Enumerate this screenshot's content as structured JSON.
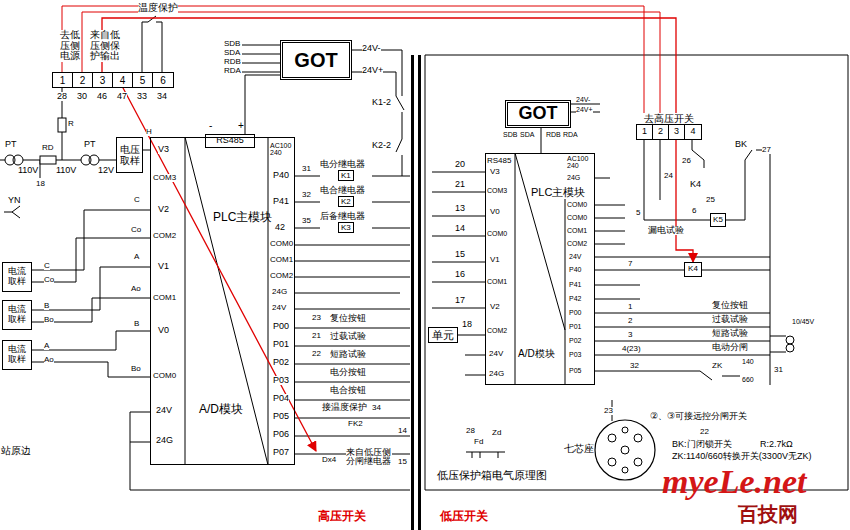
{
  "diagram": {
    "nodes": [
      {
        "text": [
          "1",
          "2",
          "3",
          "4",
          "5",
          "6"
        ]
      },
      {
        "text": [
          "GOT"
        ]
      },
      {
        "text": [
          "RS485"
        ]
      },
      {
        "text": [
          "PLC主模块",
          "A/D模块"
        ]
      },
      {
        "text": [
          "电压取样"
        ]
      },
      {
        "text": [
          "电流取样"
        ]
      },
      {
        "text": [
          "电流取样"
        ]
      },
      {
        "text": [
          "电流取样"
        ]
      },
      {
        "text": [
          "电分继电器",
          "K1"
        ]
      },
      {
        "text": [
          "电合继电器",
          "K2"
        ]
      },
      {
        "text": [
          "后备继电器",
          "K3"
        ]
      },
      {
        "text": [
          "GOT"
        ]
      },
      {
        "text": [
          "去高压开关",
          "1",
          "2",
          "3",
          "4"
        ]
      },
      {
        "text": [
          "PLC主模块",
          "A/D模块"
        ]
      },
      {
        "text": [
          "单元"
        ]
      },
      {
        "text": [
          "K5"
        ]
      },
      {
        "text": [
          "K4"
        ]
      }
    ],
    "edges": [
      {
        "from": 0,
        "to": 12,
        "arrow": "none"
      },
      {
        "from": 12,
        "to": 16,
        "arrow": "to"
      },
      {
        "from": 1,
        "to": 2,
        "arrow": "none"
      },
      {
        "from": 4,
        "to": 3,
        "arrow": "none"
      },
      {
        "from": 5,
        "to": 3,
        "arrow": "none"
      },
      {
        "from": 6,
        "to": 3,
        "arrow": "none"
      },
      {
        "from": 7,
        "to": 3,
        "arrow": "none"
      },
      {
        "from": 8,
        "to": 3,
        "arrow": "none"
      },
      {
        "from": 9,
        "to": 3,
        "arrow": "none"
      },
      {
        "from": 10,
        "to": 3,
        "arrow": "none"
      },
      {
        "from": 11,
        "to": 13,
        "arrow": "none"
      },
      {
        "from": 14,
        "to": 13,
        "arrow": "none"
      }
    ],
    "labels": [
      "去低压侧电源",
      "来自低压侧保护输出",
      "温度保护",
      "28",
      "30",
      "46",
      "47",
      "33",
      "34",
      "SDB",
      "SDA",
      "RDB",
      "RDA",
      "24V-",
      "24V+",
      "K1-2",
      "K2-2",
      "-",
      "+",
      "PT",
      "RD",
      "R",
      "PT",
      "110V",
      "110V",
      "12V",
      "18",
      "H",
      "YN",
      "C",
      "Co",
      "B",
      "Bo",
      "A",
      "Ao",
      "C",
      "Co",
      "A",
      "Ao",
      "B",
      "Bo",
      "V3",
      "COM3",
      "V2",
      "COM2",
      "V1",
      "COM1",
      "V0",
      "COM0",
      "24V",
      "24G",
      "AC100 240",
      "P40",
      "P41",
      "42",
      "COM0",
      "COM1",
      "COM2",
      "24G",
      "24V",
      "P00",
      "P01",
      "P02",
      "P03",
      "P04",
      "P05",
      "P06",
      "P07",
      "31",
      "32",
      "35",
      "23",
      "复位按钮",
      "21",
      "过载试验",
      "22",
      "短路试验",
      "电分按钮",
      "电合按钮",
      "接温度保护",
      "34",
      "FK2",
      "14",
      "Dx4",
      "来自低压侧分闸继电器",
      "15",
      "站原边",
      "高压开关",
      "低压开关",
      "SDB",
      "SDA",
      "RDB",
      "RDA",
      "24V-",
      "24V+",
      "RS485",
      "V3",
      "COM3",
      "V0",
      "COM0",
      "V1",
      "COM1",
      "V2",
      "COM2",
      "24V",
      "24G",
      "AC100 240",
      "24G",
      "COM0",
      "COM0",
      "COM1",
      "COM2",
      "24V",
      "P40",
      "P41",
      "P42",
      "P00",
      "P01",
      "P02",
      "P03",
      "P05",
      "20",
      "21",
      "13",
      "14",
      "15",
      "16",
      "17",
      "18",
      "BK",
      "27",
      "26",
      "24",
      "K4",
      "25",
      "5",
      "6",
      "漏电试验",
      "7",
      "1",
      "2",
      "3",
      "4(23)",
      "32",
      "复位按钮",
      "过载试验",
      "短路试验",
      "电动分闸",
      "ZK",
      "140",
      "660",
      "31",
      "10/45V",
      "七芯座",
      "23",
      "②、③可接远控分闸开关",
      "22",
      "28",
      "Fd",
      "Zd",
      "低压保护箱电气原理图",
      "BK:门闭锁开关",
      "R:2.7kΩ",
      "ZK:1140/660转换开关(3300V无ZK)",
      "myeLe.net",
      "百技网"
    ]
  }
}
